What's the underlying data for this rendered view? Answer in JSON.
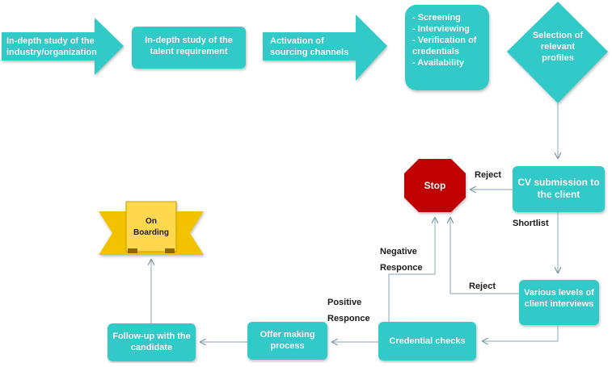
{
  "colors": {
    "teal": "#33c9c9",
    "teal_border": "#2aa7a7",
    "stop_red": "#c00000",
    "banner_yellow": "#f2c200",
    "banner_front": "#ffd84d",
    "connector": "#8aa6b3"
  },
  "steps": {
    "s1": "In-depth study of the industry/organization",
    "s2": "In-depth study of the talent requirement",
    "s3": "Activation of sourcing channels",
    "s4_items": [
      "- Screening",
      "- Interviewing",
      "- Verification of credentials",
      "- Availability"
    ],
    "s5": "Selection of relevant profiles",
    "cv": "CV submission to the client",
    "stop": "Stop",
    "interviews": "Various levels of client interviews",
    "credentials": "Credential checks",
    "offer": "Offer making process",
    "followup": "Follow-up with the candidate",
    "onboarding": "On Boarding"
  },
  "edge_labels": {
    "reject_top": "Reject",
    "shortlist": "Shortlist",
    "reject_bottom": "Reject",
    "negative": "Negative Responce",
    "positive": "Positive Responce"
  }
}
